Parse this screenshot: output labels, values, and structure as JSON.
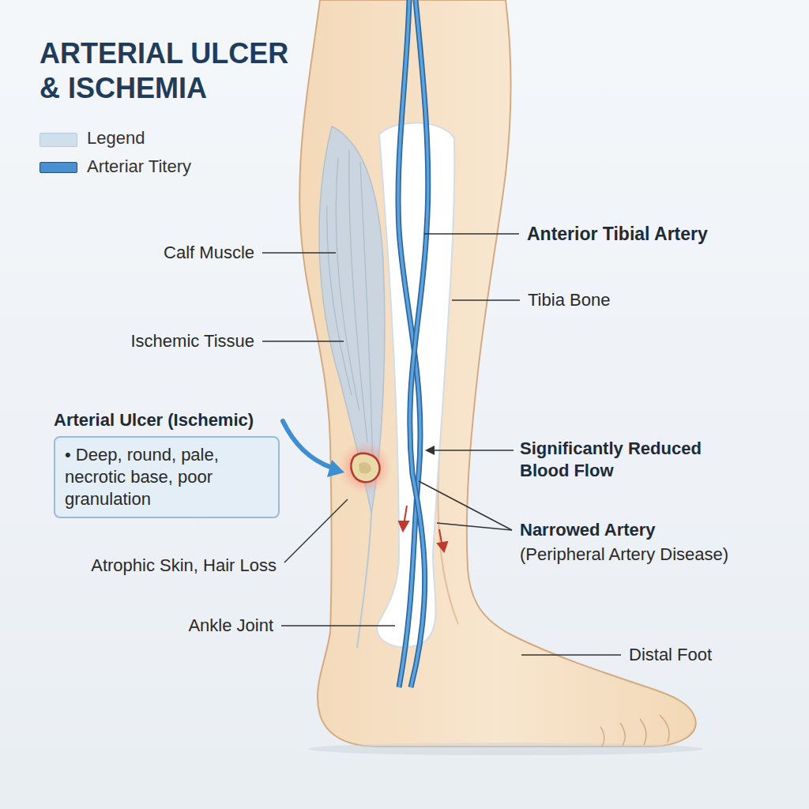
{
  "diagram": {
    "title": "ARTERIAL ULCER & ISCHEMIA",
    "nodes": [
      {
        "text": [
          "Arterial Ulcer (Ischemic)",
          "• Deep, round, pale, necrotic base, poor granulation"
        ]
      }
    ],
    "labels": [
      "Calf Muscle",
      "Ischemic Tissue",
      "Atrophic Skin, Hair Loss",
      "Ankle Joint",
      "Anterior Tibial Artery",
      "Tibia Bone",
      "Significantly Reduced Blood Flow",
      "Narrowed Artery",
      "(Peripheral Artery Disease)",
      "Distal Foot"
    ],
    "legend": [
      {
        "text": "Legend",
        "color": "#cfdfec"
      },
      {
        "text": "Arteriar Titery",
        "color": "#4a8fcf"
      }
    ]
  }
}
